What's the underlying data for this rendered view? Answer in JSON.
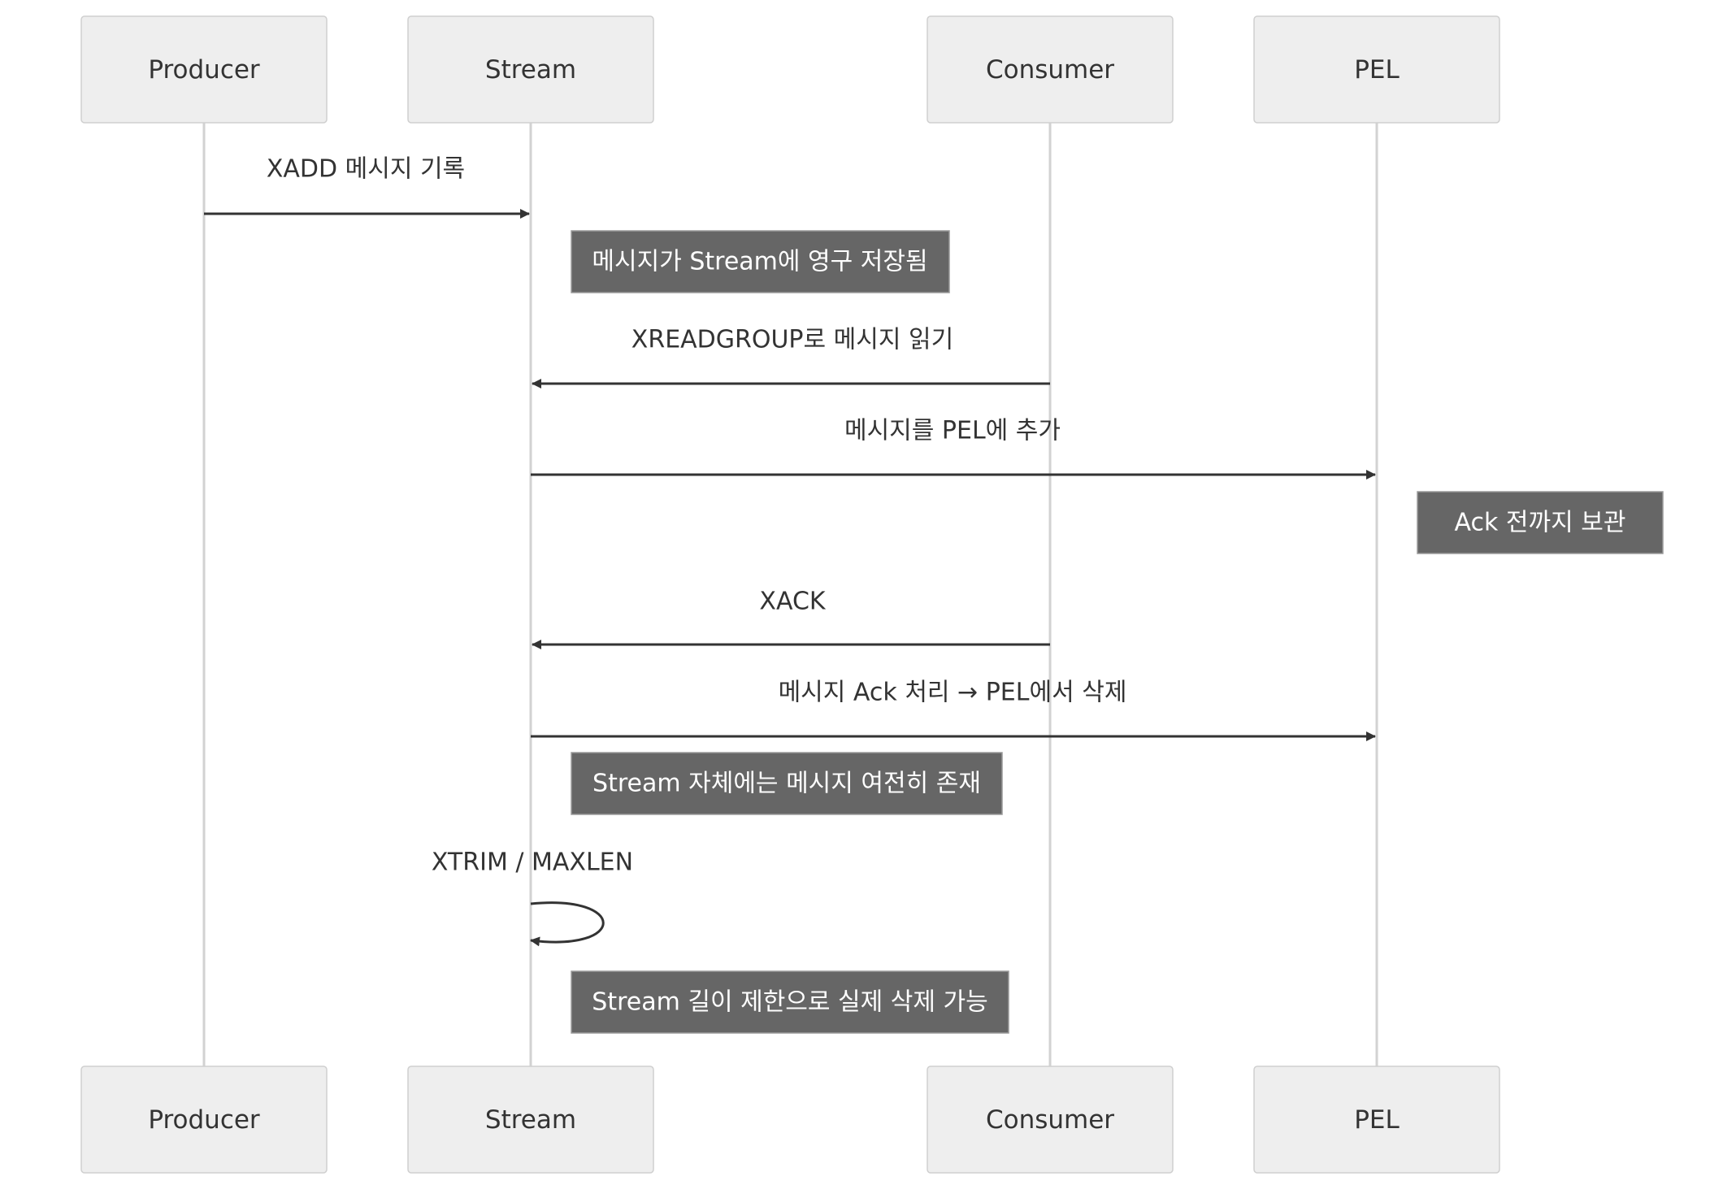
{
  "diagram": {
    "participants": [
      {
        "id": "producer",
        "label": "Producer"
      },
      {
        "id": "stream",
        "label": "Stream"
      },
      {
        "id": "consumer",
        "label": "Consumer"
      },
      {
        "id": "pel",
        "label": "PEL"
      }
    ],
    "messages": [
      {
        "id": "m1",
        "from": "producer",
        "to": "stream",
        "label": "XADD 메시지 기록"
      },
      {
        "id": "m2",
        "from": "consumer",
        "to": "stream",
        "label": "XREADGROUP로 메시지 읽기"
      },
      {
        "id": "m3",
        "from": "stream",
        "to": "pel",
        "label": "메시지를 PEL에 추가"
      },
      {
        "id": "m4",
        "from": "consumer",
        "to": "stream",
        "label": "XACK"
      },
      {
        "id": "m5",
        "from": "stream",
        "to": "pel",
        "label": "메시지 Ack 처리 → PEL에서 삭제"
      },
      {
        "id": "m6",
        "from": "stream",
        "to": "stream",
        "label": "XTRIM / MAXLEN"
      }
    ],
    "notes": [
      {
        "id": "n1",
        "over": "stream",
        "side": "right",
        "text": "메시지가 Stream에 영구 저장됨"
      },
      {
        "id": "n2",
        "over": "pel",
        "side": "right",
        "text": "Ack 전까지 보관"
      },
      {
        "id": "n3",
        "over": "stream",
        "side": "right",
        "text": "Stream 자체에는 메시지 여전히 존재"
      },
      {
        "id": "n4",
        "over": "stream",
        "side": "right",
        "text": "Stream 길이 제한으로 실제 삭제 가능"
      }
    ],
    "colors": {
      "actor_fill": "#eeeeee",
      "actor_border": "#cfcfcf",
      "lifeline": "#d2d2d2",
      "message": "#333333",
      "note_fill": "#666666",
      "note_text": "#ffffff"
    }
  }
}
